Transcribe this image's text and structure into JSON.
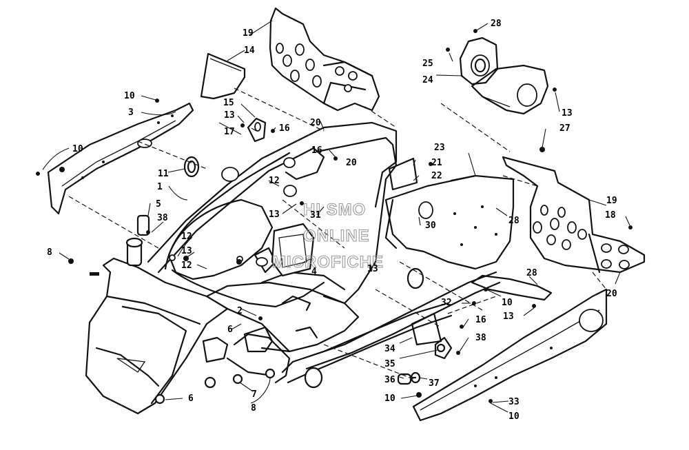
{
  "diagram": {
    "callouts": [
      {
        "n": "1"
      },
      {
        "n": "2"
      },
      {
        "n": "3"
      },
      {
        "n": "4"
      },
      {
        "n": "5"
      },
      {
        "n": "6"
      },
      {
        "n": "6"
      },
      {
        "n": "7"
      },
      {
        "n": "8"
      },
      {
        "n": "8"
      },
      {
        "n": "10"
      },
      {
        "n": "10"
      },
      {
        "n": "10"
      },
      {
        "n": "10"
      },
      {
        "n": "10"
      },
      {
        "n": "11"
      },
      {
        "n": "12"
      },
      {
        "n": "12"
      },
      {
        "n": "12"
      },
      {
        "n": "13"
      },
      {
        "n": "13"
      },
      {
        "n": "13"
      },
      {
        "n": "13"
      },
      {
        "n": "13"
      },
      {
        "n": "13"
      },
      {
        "n": "14"
      },
      {
        "n": "15"
      },
      {
        "n": "16"
      },
      {
        "n": "16"
      },
      {
        "n": "16"
      },
      {
        "n": "17"
      },
      {
        "n": "18"
      },
      {
        "n": "19"
      },
      {
        "n": "19"
      },
      {
        "n": "20"
      },
      {
        "n": "20"
      },
      {
        "n": "20"
      },
      {
        "n": "21"
      },
      {
        "n": "22"
      },
      {
        "n": "23"
      },
      {
        "n": "24"
      },
      {
        "n": "25"
      },
      {
        "n": "27"
      },
      {
        "n": "28"
      },
      {
        "n": "28"
      },
      {
        "n": "28"
      },
      {
        "n": "30"
      },
      {
        "n": "31"
      },
      {
        "n": "32"
      },
      {
        "n": "33"
      },
      {
        "n": "34"
      },
      {
        "n": "35"
      },
      {
        "n": "36"
      },
      {
        "n": "37"
      },
      {
        "n": "38"
      },
      {
        "n": "38"
      }
    ]
  },
  "watermark": {
    "line1": "HI SMO",
    "line2": "ONLINE",
    "line3": "MICROFICHE"
  }
}
